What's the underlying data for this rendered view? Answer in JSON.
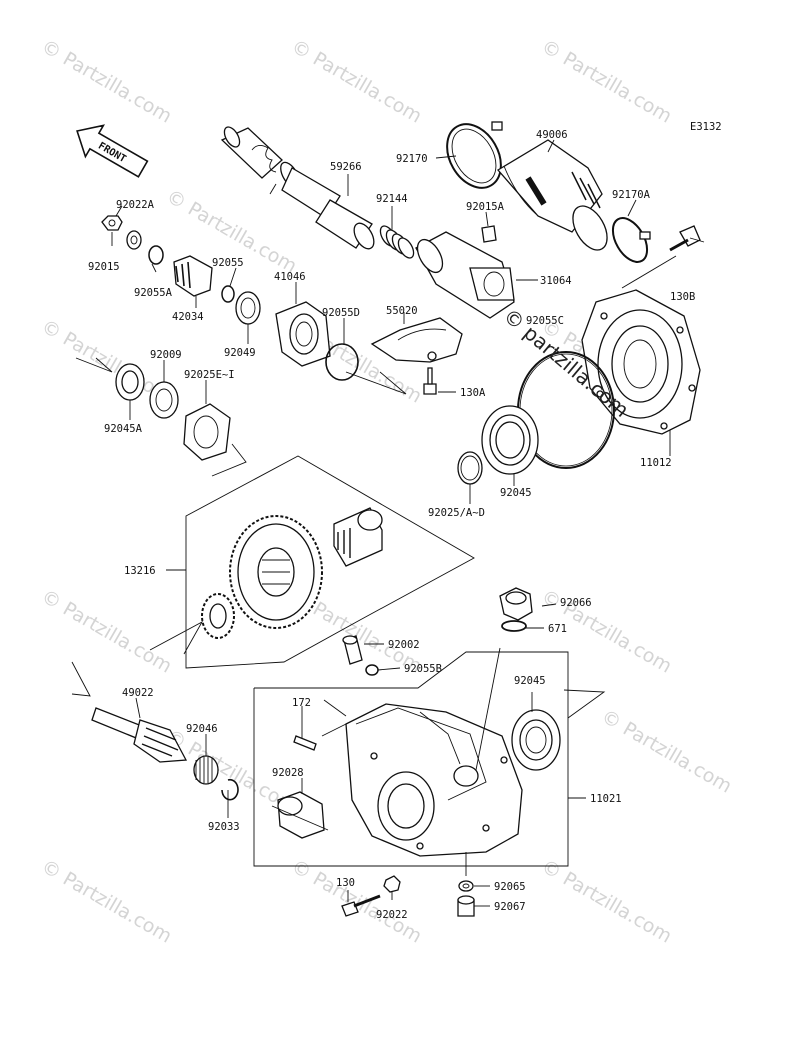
{
  "diagram_code": "E3132",
  "front_label": "FRONT",
  "watermarks": [
    "© Partzilla.com",
    "© Partzilla.com",
    "© Partzilla.com",
    "© Partzilla.com",
    "© Partzilla.com",
    "© Partzilla.com",
    "© Partzilla.com",
    "© Partzilla.com",
    "© Partzilla.com",
    "© Partzilla.com",
    "© Partzilla.com",
    "© Partzilla.com",
    "© Partzilla.com",
    "© Partzilla.com",
    "© Partzilla.com"
  ],
  "center_watermark": "© partzilla.com",
  "parts": {
    "p49006": "49006",
    "p92170": "92170",
    "p59266": "59266",
    "p92144": "92144",
    "p92015A": "92015A",
    "p92170A": "92170A",
    "p31064": "31064",
    "p130B": "130B",
    "p92022A": "92022A",
    "p92015": "92015",
    "p92055A": "92055A",
    "p92055": "92055",
    "p42034": "42034",
    "p41046": "41046",
    "p92055D": "92055D",
    "p55020": "55020",
    "p92055C": "92055C",
    "p92049": "92049",
    "p92009": "92009",
    "p92025EI": "92025E~I",
    "p92045A": "92045A",
    "p130A": "130A",
    "p11012": "11012",
    "p92045a": "92045",
    "p92025AD": "92025/A~D",
    "p13216": "13216",
    "p92066": "92066",
    "p671": "671",
    "p92002": "92002",
    "p92055B": "92055B",
    "p92045b": "92045",
    "p49022": "49022",
    "p172": "172",
    "p92046": "92046",
    "p92028": "92028",
    "p11021": "11021",
    "p92033": "92033",
    "p130": "130",
    "p92065": "92065",
    "p92022": "92022",
    "p92067": "92067"
  }
}
